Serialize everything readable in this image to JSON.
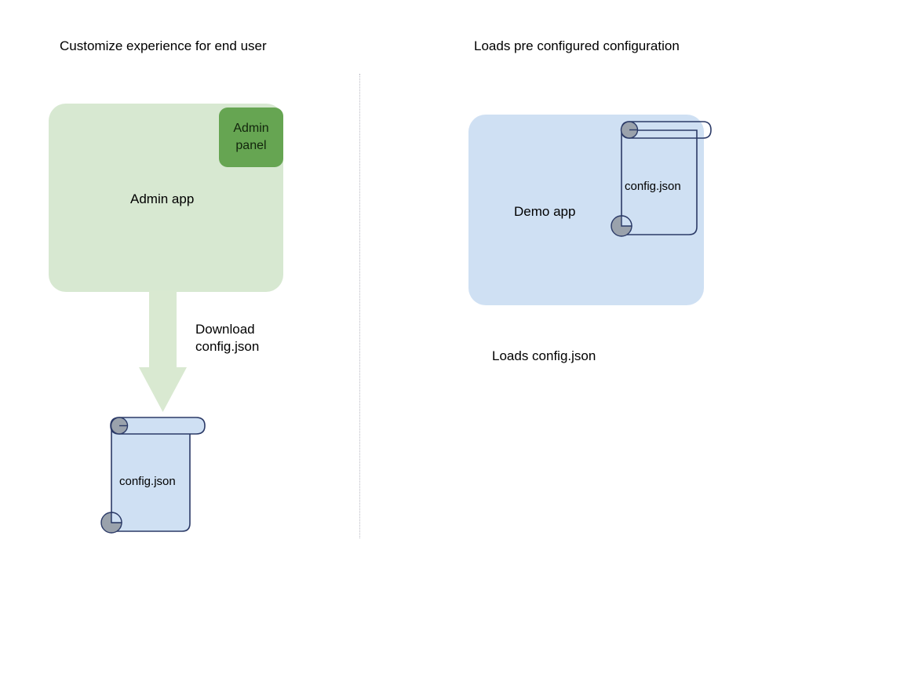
{
  "diagram": {
    "background_color": "#ffffff",
    "columns": [
      {
        "id": "left",
        "heading": "Customize experience for end user",
        "app": {
          "label": "Admin app",
          "fill_color": "#d7e8d1",
          "badge": {
            "line1": "Admin",
            "line2": "panel",
            "fill_color": "#66a552"
          }
        },
        "arrow": {
          "caption_line1": "Download",
          "caption_line2": "config.json",
          "fill_color": "#d9e9d1",
          "direction": "down"
        },
        "scroll": {
          "label": "config.json",
          "fill_color": "#cfe0f3",
          "stroke_color": "#2b3a67",
          "roll_color": "#9aa2ac"
        }
      },
      {
        "id": "right",
        "heading": "Loads pre configured configuration",
        "app": {
          "label": "Demo app",
          "fill_color": "#cfe0f3"
        },
        "scroll": {
          "label": "config.json",
          "fill_color": "none",
          "stroke_color": "#2b3a67",
          "roll_color": "#9aa2ac"
        },
        "caption": "Loads config.json"
      }
    ],
    "divider": {
      "style": "dotted",
      "color": "#b9b9c3"
    }
  }
}
